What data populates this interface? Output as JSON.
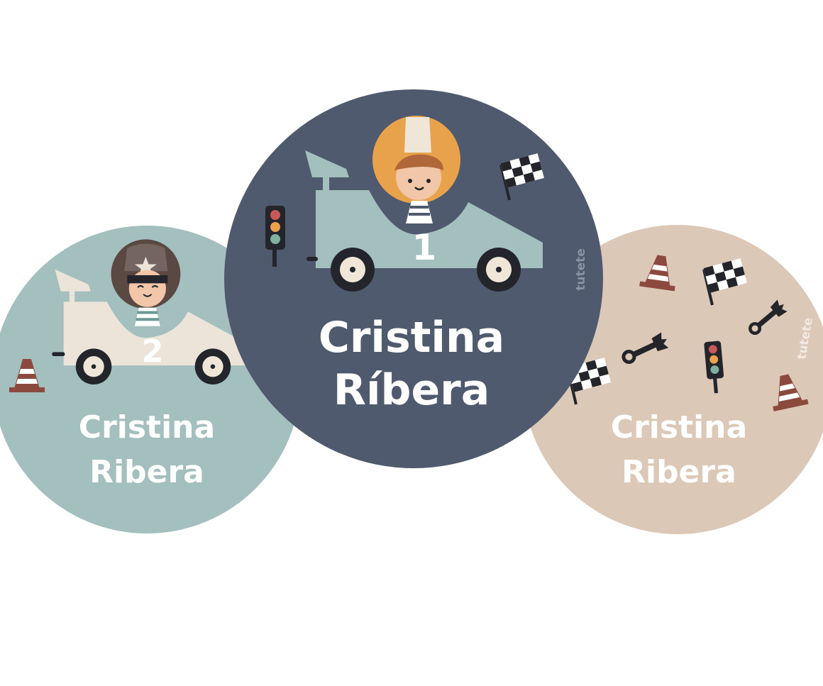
{
  "stickers": [
    {
      "id": "left",
      "line1": "Cristina",
      "line2": "Ribera",
      "car_number": "2",
      "bg": "#a3bfbe"
    },
    {
      "id": "center",
      "line1": "Cristina",
      "line2": "Ríbera",
      "car_number": "1",
      "bg": "#4f5a6e",
      "watermark": "tutete"
    },
    {
      "id": "right",
      "line1": "Cristina",
      "line2": "Ribera",
      "bg": "#dcc8b7",
      "watermark": "tutete"
    }
  ],
  "colors": {
    "cone": "#8c4a3e",
    "dark": "#23252b",
    "helmet_orange": "#e9a24c",
    "helmet_brown": "#5a4843",
    "skin": "#f2c6a8",
    "cream": "#ece4d9"
  }
}
